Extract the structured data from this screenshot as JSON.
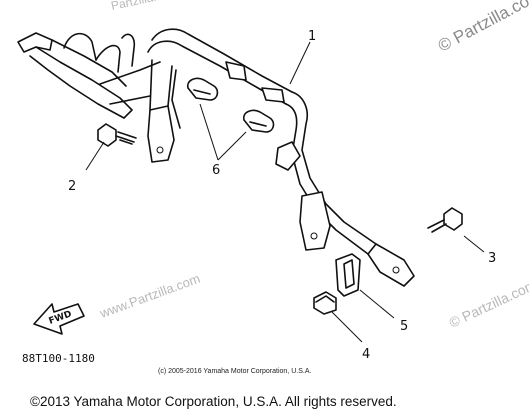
{
  "watermarks": {
    "top_right": "© Partzilla.com",
    "diagonal": "www.Partzilla.com",
    "right_mid": "© Partzilla.com",
    "top_center": "Partzilla.com"
  },
  "callouts": {
    "c1": "1",
    "c2": "2",
    "c3": "3",
    "c4": "4",
    "c5": "5",
    "c6": "6"
  },
  "fwd_label": "FWD",
  "part_number": "88T100-1180",
  "small_copyright": "(c) 2005-2016 Yamaha Motor Corporation, U.S.A.",
  "footer_copyright": "©2013 Yamaha Motor Corporation, U.S.A. All rights reserved."
}
